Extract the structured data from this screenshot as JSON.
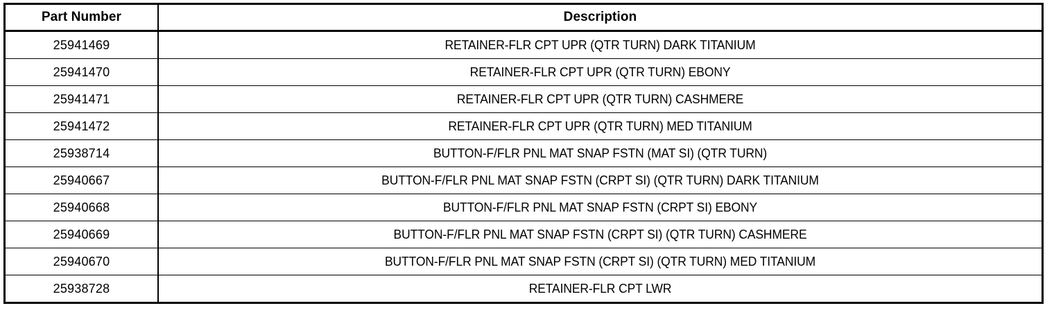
{
  "table": {
    "columns": [
      {
        "key": "part_number",
        "label": "Part Number"
      },
      {
        "key": "description",
        "label": "Description"
      }
    ],
    "rows": [
      {
        "part_number": "25941469",
        "description": "RETAINER-FLR CPT UPR (QTR TURN) DARK TITANIUM"
      },
      {
        "part_number": "25941470",
        "description": "RETAINER-FLR CPT UPR (QTR TURN) EBONY"
      },
      {
        "part_number": "25941471",
        "description": "RETAINER-FLR CPT UPR (QTR TURN) CASHMERE"
      },
      {
        "part_number": "25941472",
        "description": "RETAINER-FLR CPT UPR (QTR TURN) MED TITANIUM"
      },
      {
        "part_number": "25938714",
        "description": "BUTTON-F/FLR PNL MAT SNAP FSTN (MAT SI) (QTR TURN)"
      },
      {
        "part_number": "25940667",
        "description": "BUTTON-F/FLR PNL MAT SNAP FSTN (CRPT SI) (QTR TURN) DARK TITANIUM"
      },
      {
        "part_number": "25940668",
        "description": "BUTTON-F/FLR PNL MAT SNAP FSTN (CRPT SI) EBONY"
      },
      {
        "part_number": "25940669",
        "description": "BUTTON-F/FLR PNL MAT SNAP FSTN (CRPT SI) (QTR TURN) CASHMERE"
      },
      {
        "part_number": "25940670",
        "description": "BUTTON-F/FLR PNL MAT SNAP FSTN (CRPT SI) (QTR TURN) MED TITANIUM"
      },
      {
        "part_number": "25938728",
        "description": "RETAINER-FLR CPT LWR"
      }
    ]
  },
  "colors": {
    "ink": "#000000",
    "paper": "#ffffff"
  }
}
